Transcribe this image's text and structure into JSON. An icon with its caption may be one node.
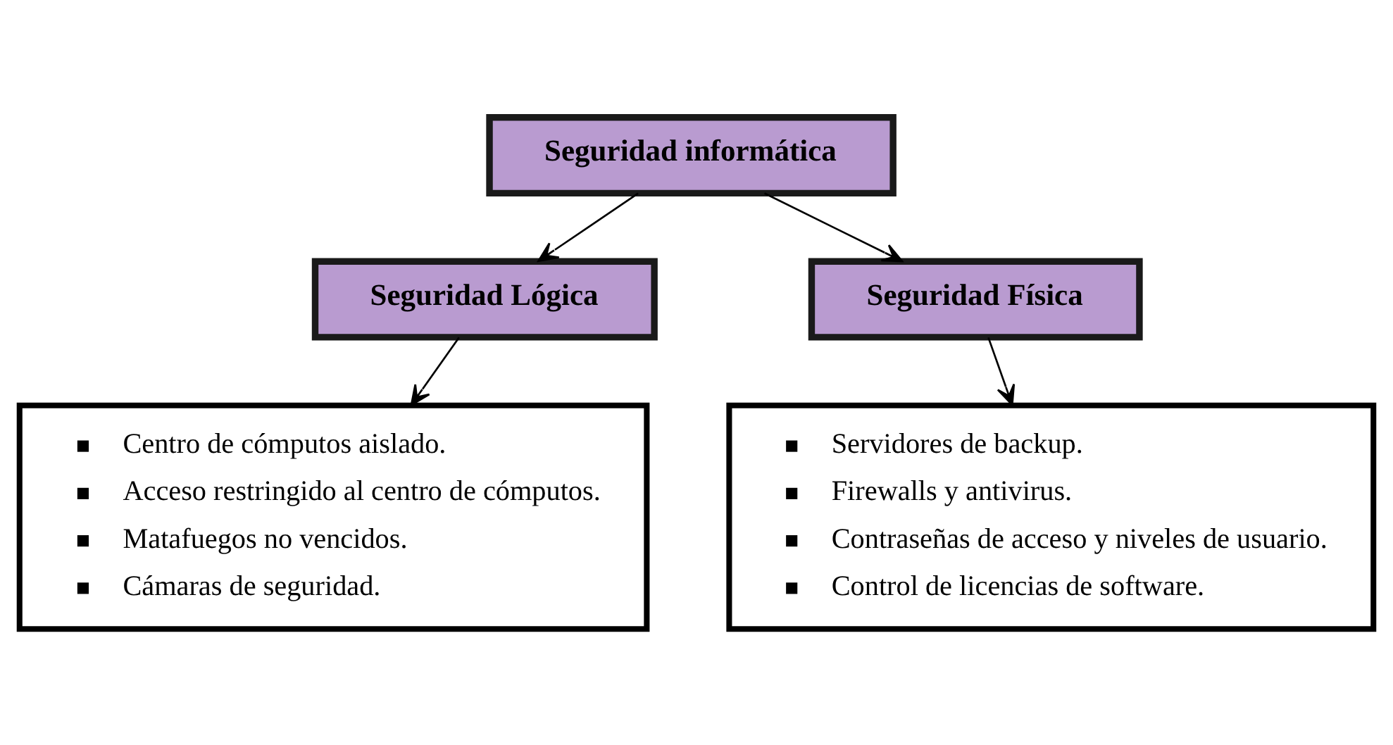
{
  "diagram": {
    "nodes": [
      {
        "text": [
          "Seguridad informática"
        ]
      },
      {
        "text": [
          "Seguridad Lógica"
        ]
      },
      {
        "text": [
          "Seguridad Física"
        ]
      },
      {
        "text": [
          "Centro de cómputos aislado.",
          "Acceso restringido al centro de cómputos.",
          "Matafuegos no vencidos.",
          "Cámaras de seguridad."
        ]
      },
      {
        "text": [
          "Servidores de backup.",
          "Firewalls y antivirus.",
          "Contraseñas de acceso y niveles de usuario.",
          "Control de licencias de software."
        ]
      }
    ],
    "edges": [
      {
        "from": 0,
        "to": 1,
        "arrow": "to"
      },
      {
        "from": 0,
        "to": 2,
        "arrow": "to"
      },
      {
        "from": 1,
        "to": 3,
        "arrow": "to"
      },
      {
        "from": 2,
        "to": 4,
        "arrow": "to"
      }
    ]
  }
}
